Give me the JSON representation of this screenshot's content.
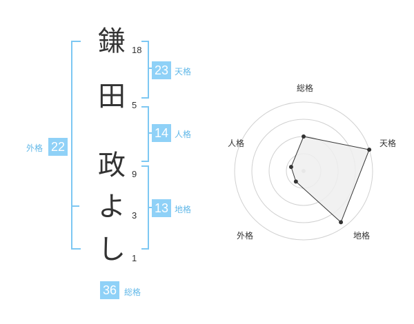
{
  "name_chars": [
    {
      "char": "鎌",
      "strokes": "18"
    },
    {
      "char": "田",
      "strokes": "5"
    },
    {
      "char": "政",
      "strokes": "9"
    },
    {
      "char": "よ",
      "strokes": "3"
    },
    {
      "char": "し",
      "strokes": "1"
    }
  ],
  "kaku": {
    "tenkaku": {
      "value": "23",
      "label": "天格"
    },
    "jinkaku": {
      "value": "14",
      "label": "人格"
    },
    "chikaku": {
      "value": "13",
      "label": "地格"
    },
    "gaikaku": {
      "value": "22",
      "label": "外格"
    },
    "soukaku": {
      "value": "36",
      "label": "総格"
    }
  },
  "colors": {
    "accent": "#8fd1f7",
    "bracket": "#7cc7f2",
    "label": "#62b8e8",
    "polygon_fill": "#efefef",
    "polygon_stroke": "#333333",
    "ring": "#d0d0d0"
  },
  "chart_data": {
    "type": "radar",
    "axes": [
      "総格",
      "天格",
      "地格",
      "外格",
      "人格"
    ],
    "rings": 4,
    "range": [
      0,
      1
    ],
    "series": [
      {
        "values": [
          0.5,
          1.0,
          0.92,
          0.19,
          0.19
        ]
      }
    ]
  }
}
